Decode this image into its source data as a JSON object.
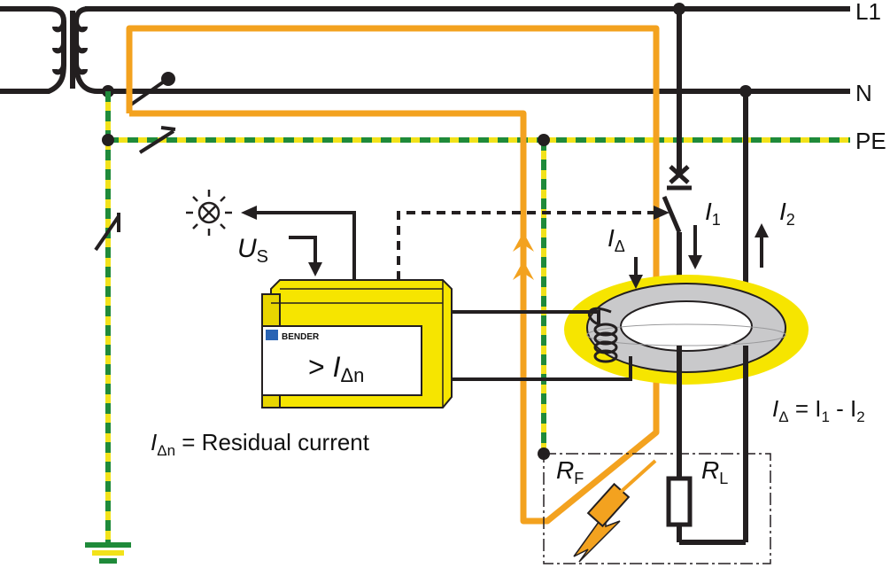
{
  "colors": {
    "conductor": "#231f20",
    "fault_path": "#f3a21f",
    "pe_green": "#1f8a3a",
    "pe_yellow": "#f2e21a",
    "device_yellow": "#f6e500",
    "ring_grey": "#c9c9cb",
    "bender_blue": "#2a64b4"
  },
  "lines": {
    "l1": "L1",
    "n": "N",
    "pe": "PE"
  },
  "labels": {
    "us_main": "U",
    "us_sub": "S",
    "i1_main": "I",
    "i1_sub": "1",
    "i2_main": "I",
    "i2_sub": "2",
    "idelta_main": "I",
    "idelta_sub": "Δ",
    "rf_main": "R",
    "rf_sub": "F",
    "rl_main": "R",
    "rl_sub": "L"
  },
  "device": {
    "brand": "BENDER",
    "display_prefix": "> ",
    "display_main": "I",
    "display_sub": "Δn"
  },
  "equations": {
    "residual_main": "I",
    "residual_sub": "Δn",
    "residual_rest": " =  Residual current",
    "diff_main": "I",
    "diff_sub": "Δ",
    "diff_rest1": " = I",
    "diff_sub1": "1",
    "diff_mid": " - I",
    "diff_sub2": "2"
  },
  "icons": [
    "lamp-icon",
    "lightning-icon",
    "earth-ground-icon",
    "bender-logo-icon"
  ]
}
